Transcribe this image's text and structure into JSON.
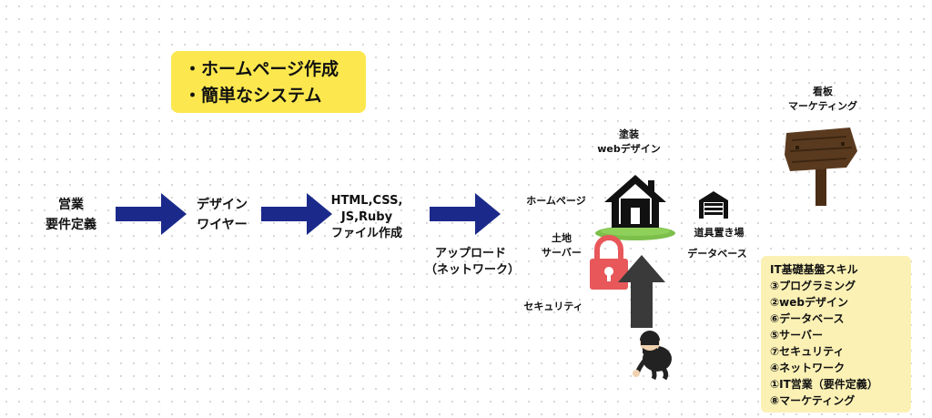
{
  "callout": {
    "lines": [
      "・ホームページ作成",
      "・簡単なシステム"
    ]
  },
  "steps": {
    "eigyo": [
      "営業",
      "要件定義"
    ],
    "design": [
      "デザイン",
      "ワイヤー"
    ],
    "coding": [
      "HTML,CSS,",
      "JS,Ruby",
      "ファイル作成"
    ],
    "upload": [
      "アップロード",
      "（ネットワーク）"
    ]
  },
  "house_labels": {
    "painting": [
      "塗装",
      "webデザイン"
    ],
    "homepage": "ホームページ",
    "land": [
      "土地",
      "サーバー"
    ],
    "storage": "道具置き場",
    "database": "データベース",
    "security": "セキュリティ",
    "signboard": [
      "看板",
      "マーケティング"
    ]
  },
  "skills": {
    "title": "IT基礎基盤スキル",
    "items": [
      "③プログラミング",
      "②webデザイン",
      "⑥データベース",
      "⑤サーバー",
      "⑦セキュリティ",
      "④ネットワーク",
      "①IT営業（要件定義）",
      "⑧マーケティング"
    ]
  },
  "colors": {
    "arrow": "#1b2a8a",
    "callout_bg": "#fce84e",
    "skills_bg": "#fbf1b5",
    "lock": "#e8585a",
    "grass": "#7cbf4a",
    "signboard": "#5a3a1f"
  },
  "icons": [
    "house-icon",
    "garage-icon",
    "lock-icon",
    "up-arrow-icon",
    "thief-icon",
    "signboard-icon"
  ]
}
